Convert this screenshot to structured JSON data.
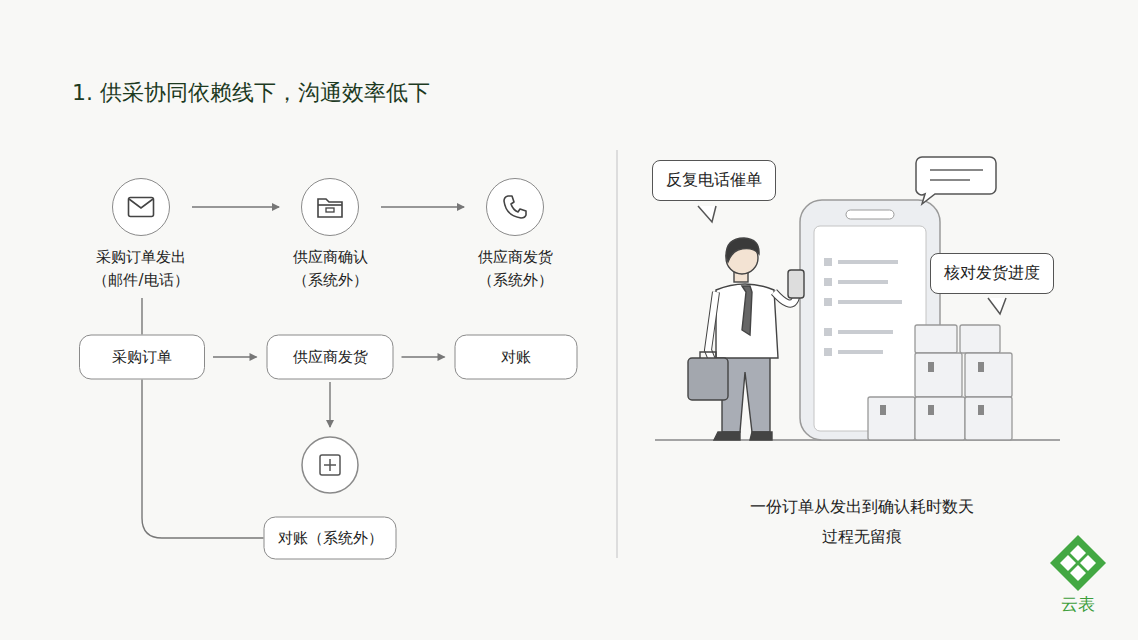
{
  "diagram": {
    "title": "1. 供采协同依赖线下，沟通效率低下",
    "caption": "一份订单从发出到确认耗时数天 过程无留痕",
    "nodes": [
      {
        "text": [
          "采购订单发出 （邮件/电话）"
        ]
      },
      {
        "text": [
          "供应商确认 （系统外）"
        ]
      },
      {
        "text": [
          "供应商发货 （系统外）"
        ]
      },
      {
        "text": [
          "采购订单"
        ]
      },
      {
        "text": [
          "供应商发货"
        ]
      },
      {
        "text": [
          "对账"
        ]
      },
      {
        "text": [
          "对账（系统外）"
        ]
      },
      {
        "text": [
          "反复电话催单"
        ]
      },
      {
        "text": [
          "核对发货进度"
        ]
      }
    ],
    "edges": [
      {
        "from": 0,
        "to": 1,
        "arrow": "to"
      },
      {
        "from": 1,
        "to": 2,
        "arrow": "to"
      },
      {
        "from": 0,
        "to": 3,
        "arrow": "none"
      },
      {
        "from": 3,
        "to": 4,
        "arrow": "to"
      },
      {
        "from": 4,
        "to": 5,
        "arrow": "to"
      },
      {
        "from": 3,
        "to": 6,
        "arrow": "none"
      }
    ],
    "labels": [
      "云表"
    ]
  }
}
